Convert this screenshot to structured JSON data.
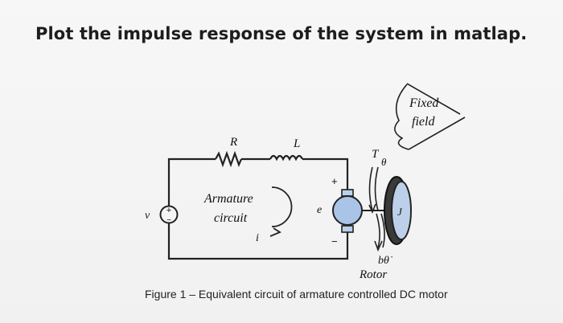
{
  "question": "Plot the impulse response of the system in matlap.",
  "figure": {
    "labels": {
      "R": "R",
      "L": "L",
      "v": "v",
      "armature_line1": "Armature",
      "armature_line2": "circuit",
      "i": "i",
      "e": "e",
      "T": "T",
      "theta": "θ",
      "J": "J",
      "b_theta_dot": "bθ̇",
      "rotor": "Rotor",
      "fixed_line1": "Fixed",
      "fixed_line2": "field",
      "source_plus": "+",
      "source_minus": "−",
      "emf_plus": "+",
      "emf_minus": "−"
    },
    "caption": "Figure 1 – Equivalent circuit of armature controlled DC motor"
  }
}
